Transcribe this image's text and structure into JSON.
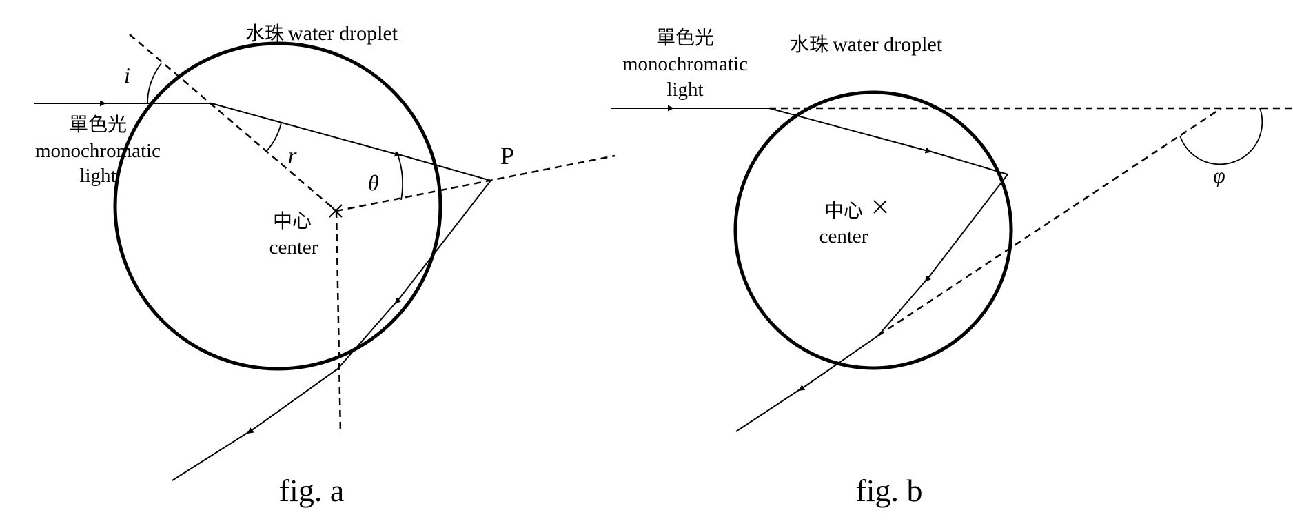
{
  "fig_a": {
    "caption": "fig. a",
    "droplet_label_cn": "水珠",
    "droplet_label_en": "water droplet",
    "light_label_cn": "單色光",
    "light_label_en_1": "monochromatic",
    "light_label_en_2": "light",
    "center_label_cn": "中心",
    "center_label_en": "center",
    "point_label": "P",
    "angle_i": "i",
    "angle_r": "r",
    "angle_theta": "θ"
  },
  "fig_b": {
    "caption": "fig. b",
    "droplet_label_cn": "水珠",
    "droplet_label_en": "water droplet",
    "light_label_cn": "單色光",
    "light_label_en_1": "monochromatic",
    "light_label_en_2": "light",
    "center_label_cn": "中心",
    "center_label_en": "center",
    "angle_phi": "φ"
  }
}
